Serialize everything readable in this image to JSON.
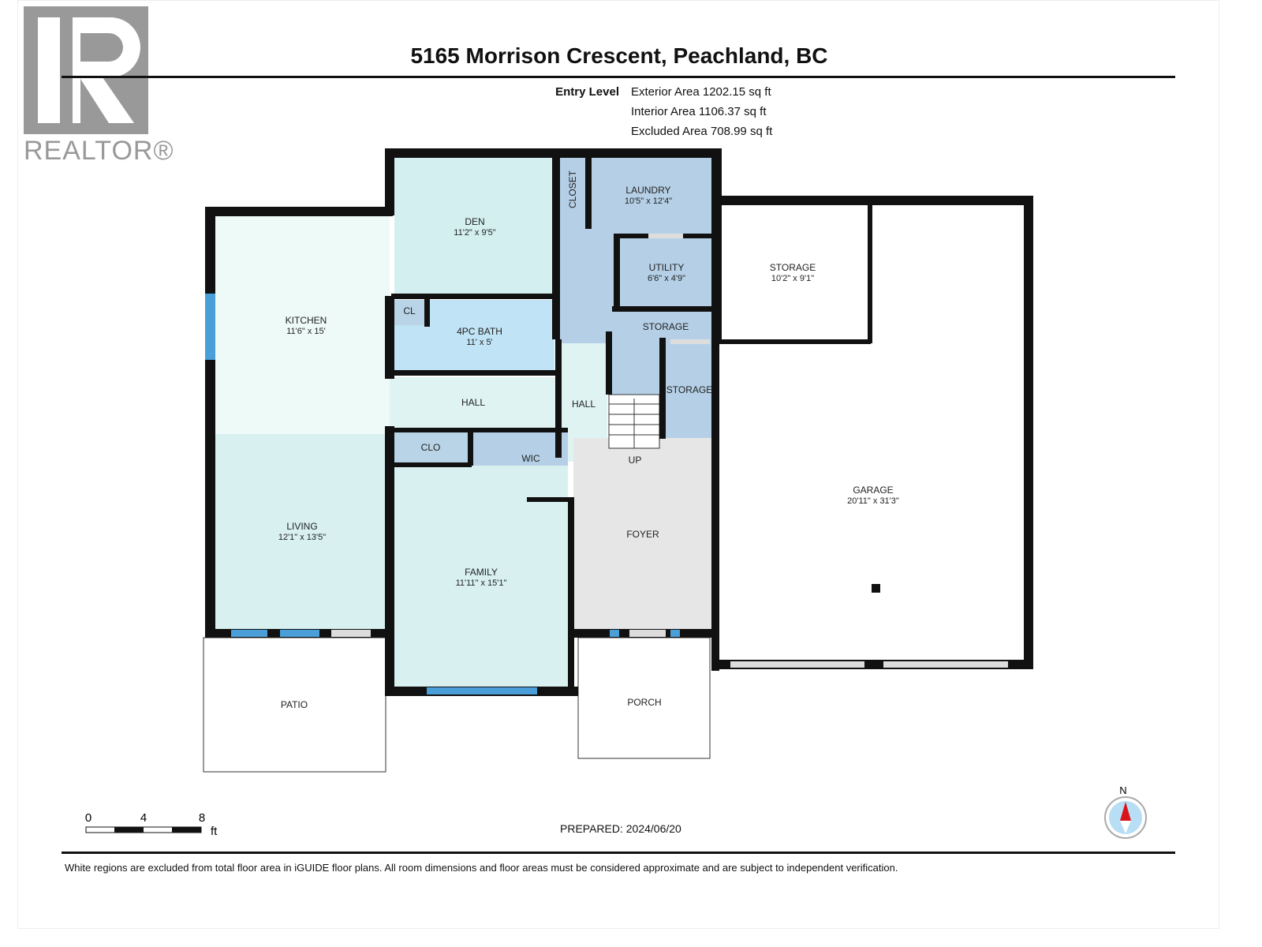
{
  "title": "5165 Morrison Crescent, Peachland, BC",
  "logo": {
    "text": "REALTOR®"
  },
  "level": {
    "name": "Entry Level",
    "exterior": "Exterior Area 1202.15 sq ft",
    "interior": "Interior Area 1106.37 sq ft",
    "excluded": "Excluded Area 708.99 sq ft"
  },
  "rooms": {
    "den": {
      "name": "DEN",
      "dim": "11'2\" x 9'5\""
    },
    "closet": {
      "name": "CLOSET"
    },
    "laundry": {
      "name": "LAUNDRY",
      "dim": "10'5\" x 12'4\""
    },
    "utility": {
      "name": "UTILITY",
      "dim": "6'6\" x 4'9\""
    },
    "storage1": {
      "name": "STORAGE",
      "dim": "10'2\" x 9'1\""
    },
    "storage2": {
      "name": "STORAGE"
    },
    "storage3": {
      "name": "STORAGE"
    },
    "kitchen": {
      "name": "KITCHEN",
      "dim": "11'6\" x 15'"
    },
    "cl": {
      "name": "CL"
    },
    "bath": {
      "name": "4PC BATH",
      "dim": "11' x 5'"
    },
    "hall1": {
      "name": "HALL"
    },
    "hall2": {
      "name": "HALL"
    },
    "clo": {
      "name": "CLO"
    },
    "wic": {
      "name": "WIC"
    },
    "up": {
      "name": "UP"
    },
    "living": {
      "name": "LIVING",
      "dim": "12'1\" x 13'5\""
    },
    "family": {
      "name": "FAMILY",
      "dim": "11'11\" x 15'1\""
    },
    "foyer": {
      "name": "FOYER"
    },
    "garage": {
      "name": "GARAGE",
      "dim": "20'11\" x 31'3\""
    },
    "patio": {
      "name": "PATIO"
    },
    "porch": {
      "name": "PORCH"
    }
  },
  "scale": {
    "t0": "0",
    "t4": "4",
    "t8": "8",
    "unit": "ft"
  },
  "compass": {
    "n": "N"
  },
  "prepared": "PREPARED: 2024/06/20",
  "footer": "White regions are excluded from total floor area in iGUIDE floor plans. All room dimensions and floor areas must be considered approximate and are subject to independent verification.",
  "colors": {
    "wall": "#111111",
    "kitchen": "#eefaf8",
    "living": "#d8f0f0",
    "blue": "#b5d0e6",
    "bath": "#c0e3f5",
    "foyer": "#e6e6e6",
    "window": "#4a9fd8"
  }
}
